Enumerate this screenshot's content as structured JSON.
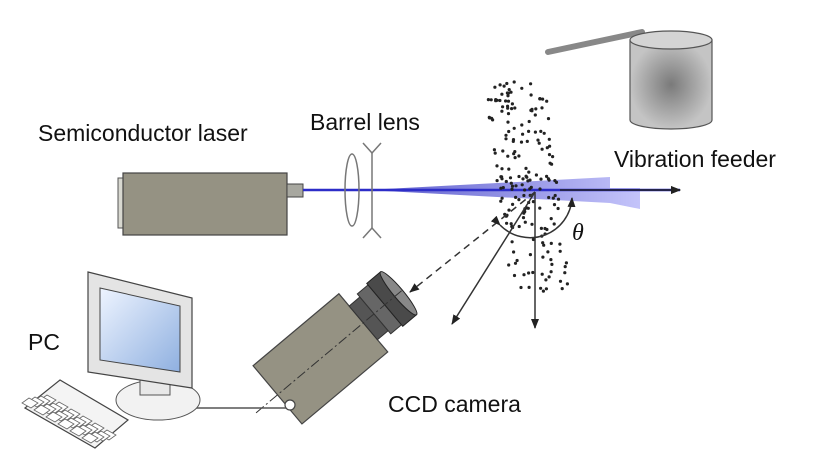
{
  "labels": {
    "laser": "Semiconductor laser",
    "lens": "Barrel lens",
    "feeder": "Vibration feeder",
    "angle": "θ",
    "pc": "PC",
    "camera": "CCD camera"
  },
  "colors": {
    "device_body": "#959283",
    "beam": "#2d2dc8",
    "beam_fan": "#8a8af0",
    "outline": "#333333"
  }
}
